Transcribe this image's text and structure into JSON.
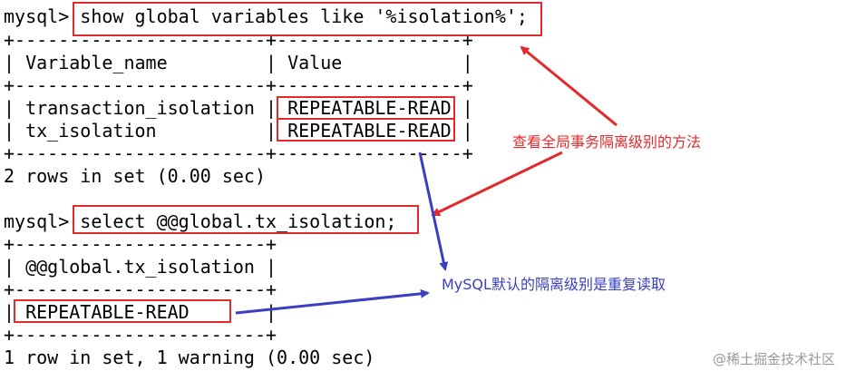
{
  "terminal": {
    "lines": [
      "mysql> show global variables like '%isolation%';",
      "+-----------------------+-----------------+",
      "| Variable_name         | Value           |",
      "+-----------------------+-----------------+",
      "| transaction_isolation | REPEATABLE-READ |",
      "| tx_isolation          | REPEATABLE-READ |",
      "+-----------------------+-----------------+",
      "2 rows in set (0.00 sec)",
      "",
      "mysql> select @@global.tx_isolation;",
      "+-----------------------+",
      "| @@global.tx_isolation |",
      "+-----------------------+",
      "| REPEATABLE-READ       |",
      "+-----------------------+",
      "1 row in set, 1 warning (0.00 sec)"
    ]
  },
  "annotations": {
    "global_method": "查看全局事务隔离级别的方法",
    "default_level": "MySQL默认的隔离级别是重复读取"
  },
  "watermark": "@稀土掘金技术社区",
  "colors": {
    "highlight_red": "#e32a2a",
    "arrow_blue": "#3a3fbf"
  }
}
